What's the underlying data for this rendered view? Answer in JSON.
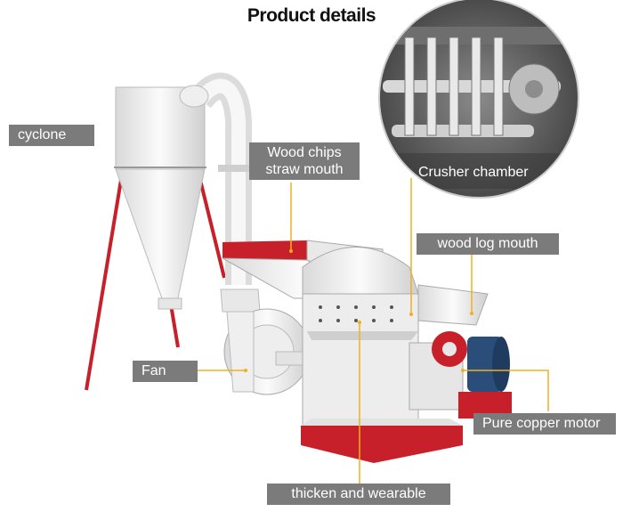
{
  "title": "Product details",
  "labels": {
    "cyclone": "cyclone",
    "wood_chips_line1": "Wood chips",
    "wood_chips_line2": "straw mouth",
    "crusher_chamber": "Crusher chamber",
    "wood_log_mouth": "wood log mouth",
    "fan": "Fan",
    "pure_copper_motor": "Pure copper motor",
    "thicken_wearable": "thicken and wearable"
  },
  "colors": {
    "label_bg": "#7b7b7b",
    "leader_line": "#f0b020",
    "machine_red": "#c8202a",
    "motor_blue": "#2a4d7a"
  }
}
